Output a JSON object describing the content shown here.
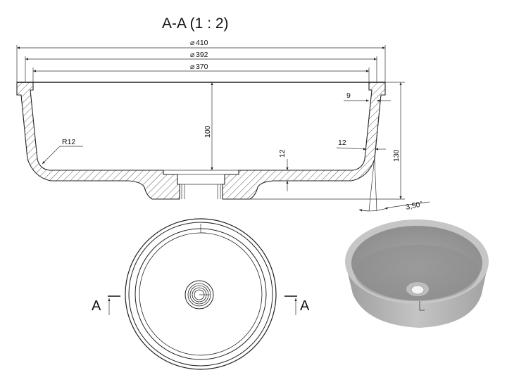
{
  "title": "A-A   (1 : 2)",
  "dimensions": {
    "diameter_outer": "410",
    "diameter_middle": "392",
    "diameter_inner": "370",
    "depth_inner": "100",
    "height_total": "130",
    "rim_step": "9",
    "wall_thickness": "12",
    "bottom_thickness": "12",
    "inner_radius": "R12",
    "draft_angle": "3,50°"
  },
  "section_markers": {
    "left": "A",
    "right": "A"
  },
  "colors": {
    "line": "#222222",
    "render_rim": "#c8c8c8",
    "render_inner": "#9a9a9a",
    "render_outer": "#b4b4b4"
  }
}
